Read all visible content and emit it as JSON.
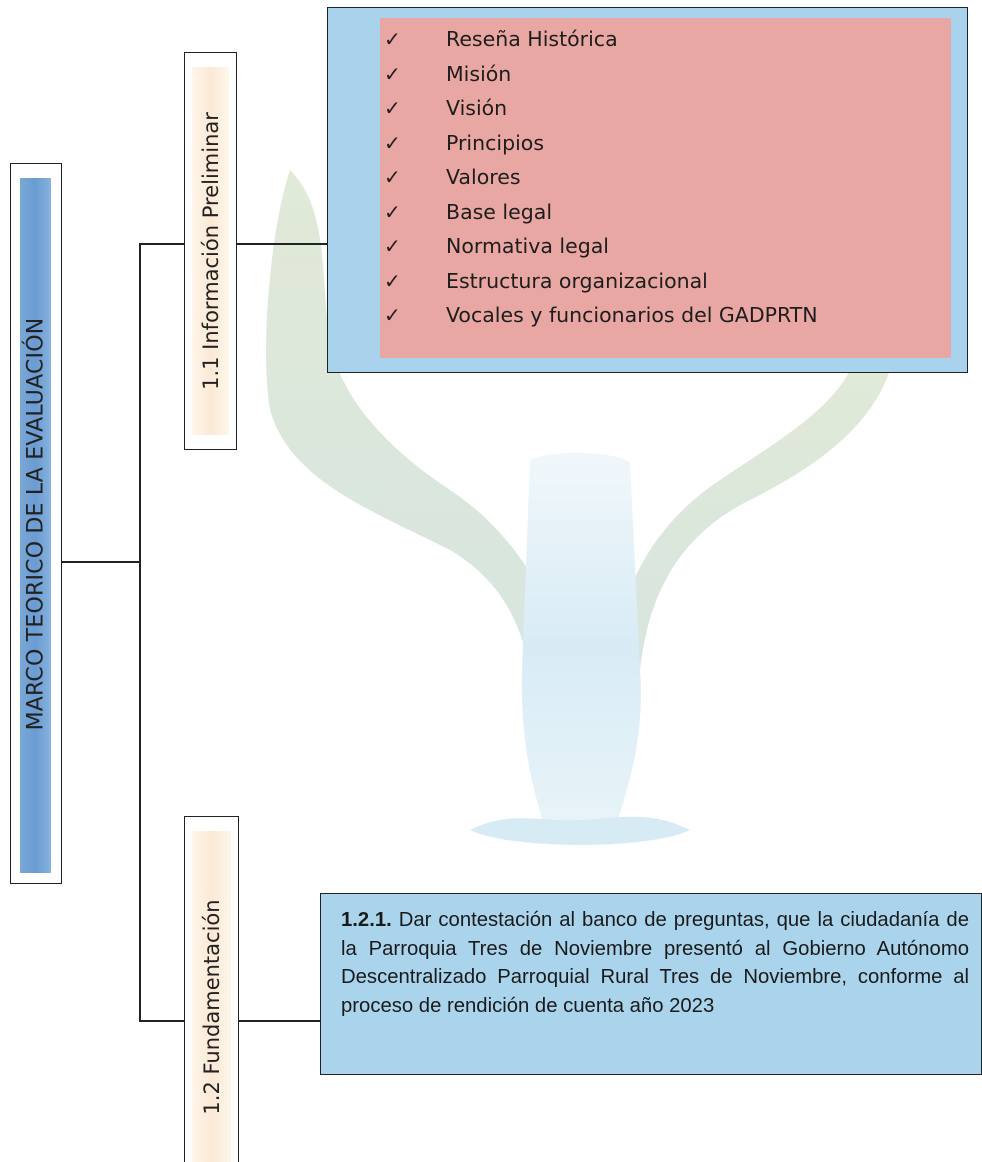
{
  "main": {
    "title": "MARCO TEORICO DE LA EVALUACIÓN"
  },
  "branches": [
    {
      "title": "1.1 Información Preliminar"
    },
    {
      "title": "1.2 Fundamentación"
    }
  ],
  "preliminar_items": [
    "Reseña Histórica",
    "Misión",
    "Visión",
    "Principios",
    "Valores",
    "Base legal",
    "Normativa legal",
    "Estructura organizacional",
    "Vocales y funcionarios del GADPRTN"
  ],
  "check_symbol": "✓",
  "fundamentacion": {
    "number": "1.2.1.",
    "text": "Dar contestación al banco de preguntas, que la ciudadanía de la Parroquia Tres de Noviembre presentó al Gobierno Autónomo Descentralizado Parroquial Rural Tres de Noviembre, conforme al proceso de rendición de cuenta año 2023"
  },
  "colors": {
    "box_blue": "#a9d3ec",
    "list_fill": "#e8a7a2",
    "main_fill": "#6a9bd2",
    "branch_fill": "#fbe9d6"
  },
  "icons": {
    "watermark": "hands-holding-water-icon"
  }
}
